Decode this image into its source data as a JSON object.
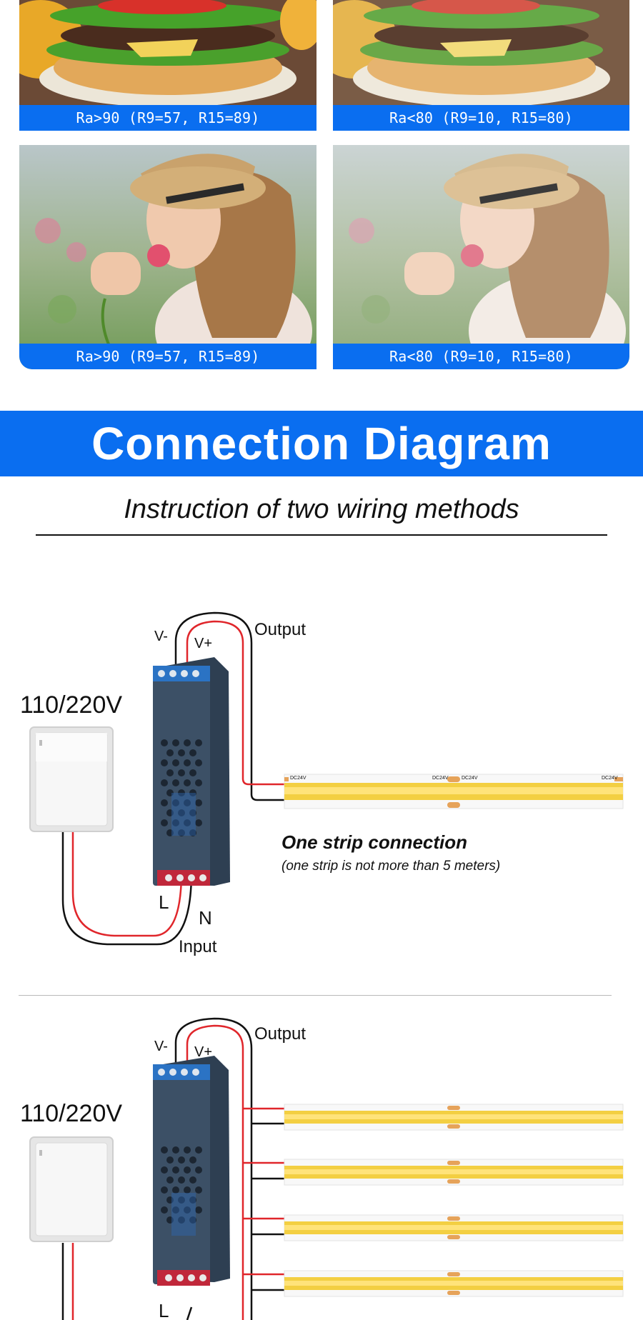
{
  "comparison": {
    "tiles": [
      {
        "caption": "Ra>90 (R9=57, R15=89)"
      },
      {
        "caption": "Ra<80 (R9=10, R15=80)"
      },
      {
        "caption": "Ra>90 (R9=57, R15=89)"
      },
      {
        "caption": "Ra<80 (R9=10, R15=80)"
      }
    ]
  },
  "banner": {
    "title": "Connection Diagram"
  },
  "subtitle": "Instruction of two wiring methods",
  "diagram1": {
    "voltage": "110/220V",
    "v_minus": "V-",
    "v_plus": "V+",
    "output": "Output",
    "input": "Input",
    "l": "L",
    "n": "N",
    "note_title": "One strip connection",
    "note_sub": "(one strip is not more than 5 meters)"
  },
  "diagram2": {
    "voltage": "110/220V",
    "v_minus": "V-",
    "v_plus": "V+",
    "output": "Output",
    "l": "L"
  },
  "strip": {
    "marking": "DC24V"
  },
  "colors": {
    "brand_blue": "#0a6ef0",
    "wire_red": "#e0262b",
    "wire_black": "#111111",
    "strip_yellow": "#f3cf42",
    "psu_body": "#3c5066"
  }
}
